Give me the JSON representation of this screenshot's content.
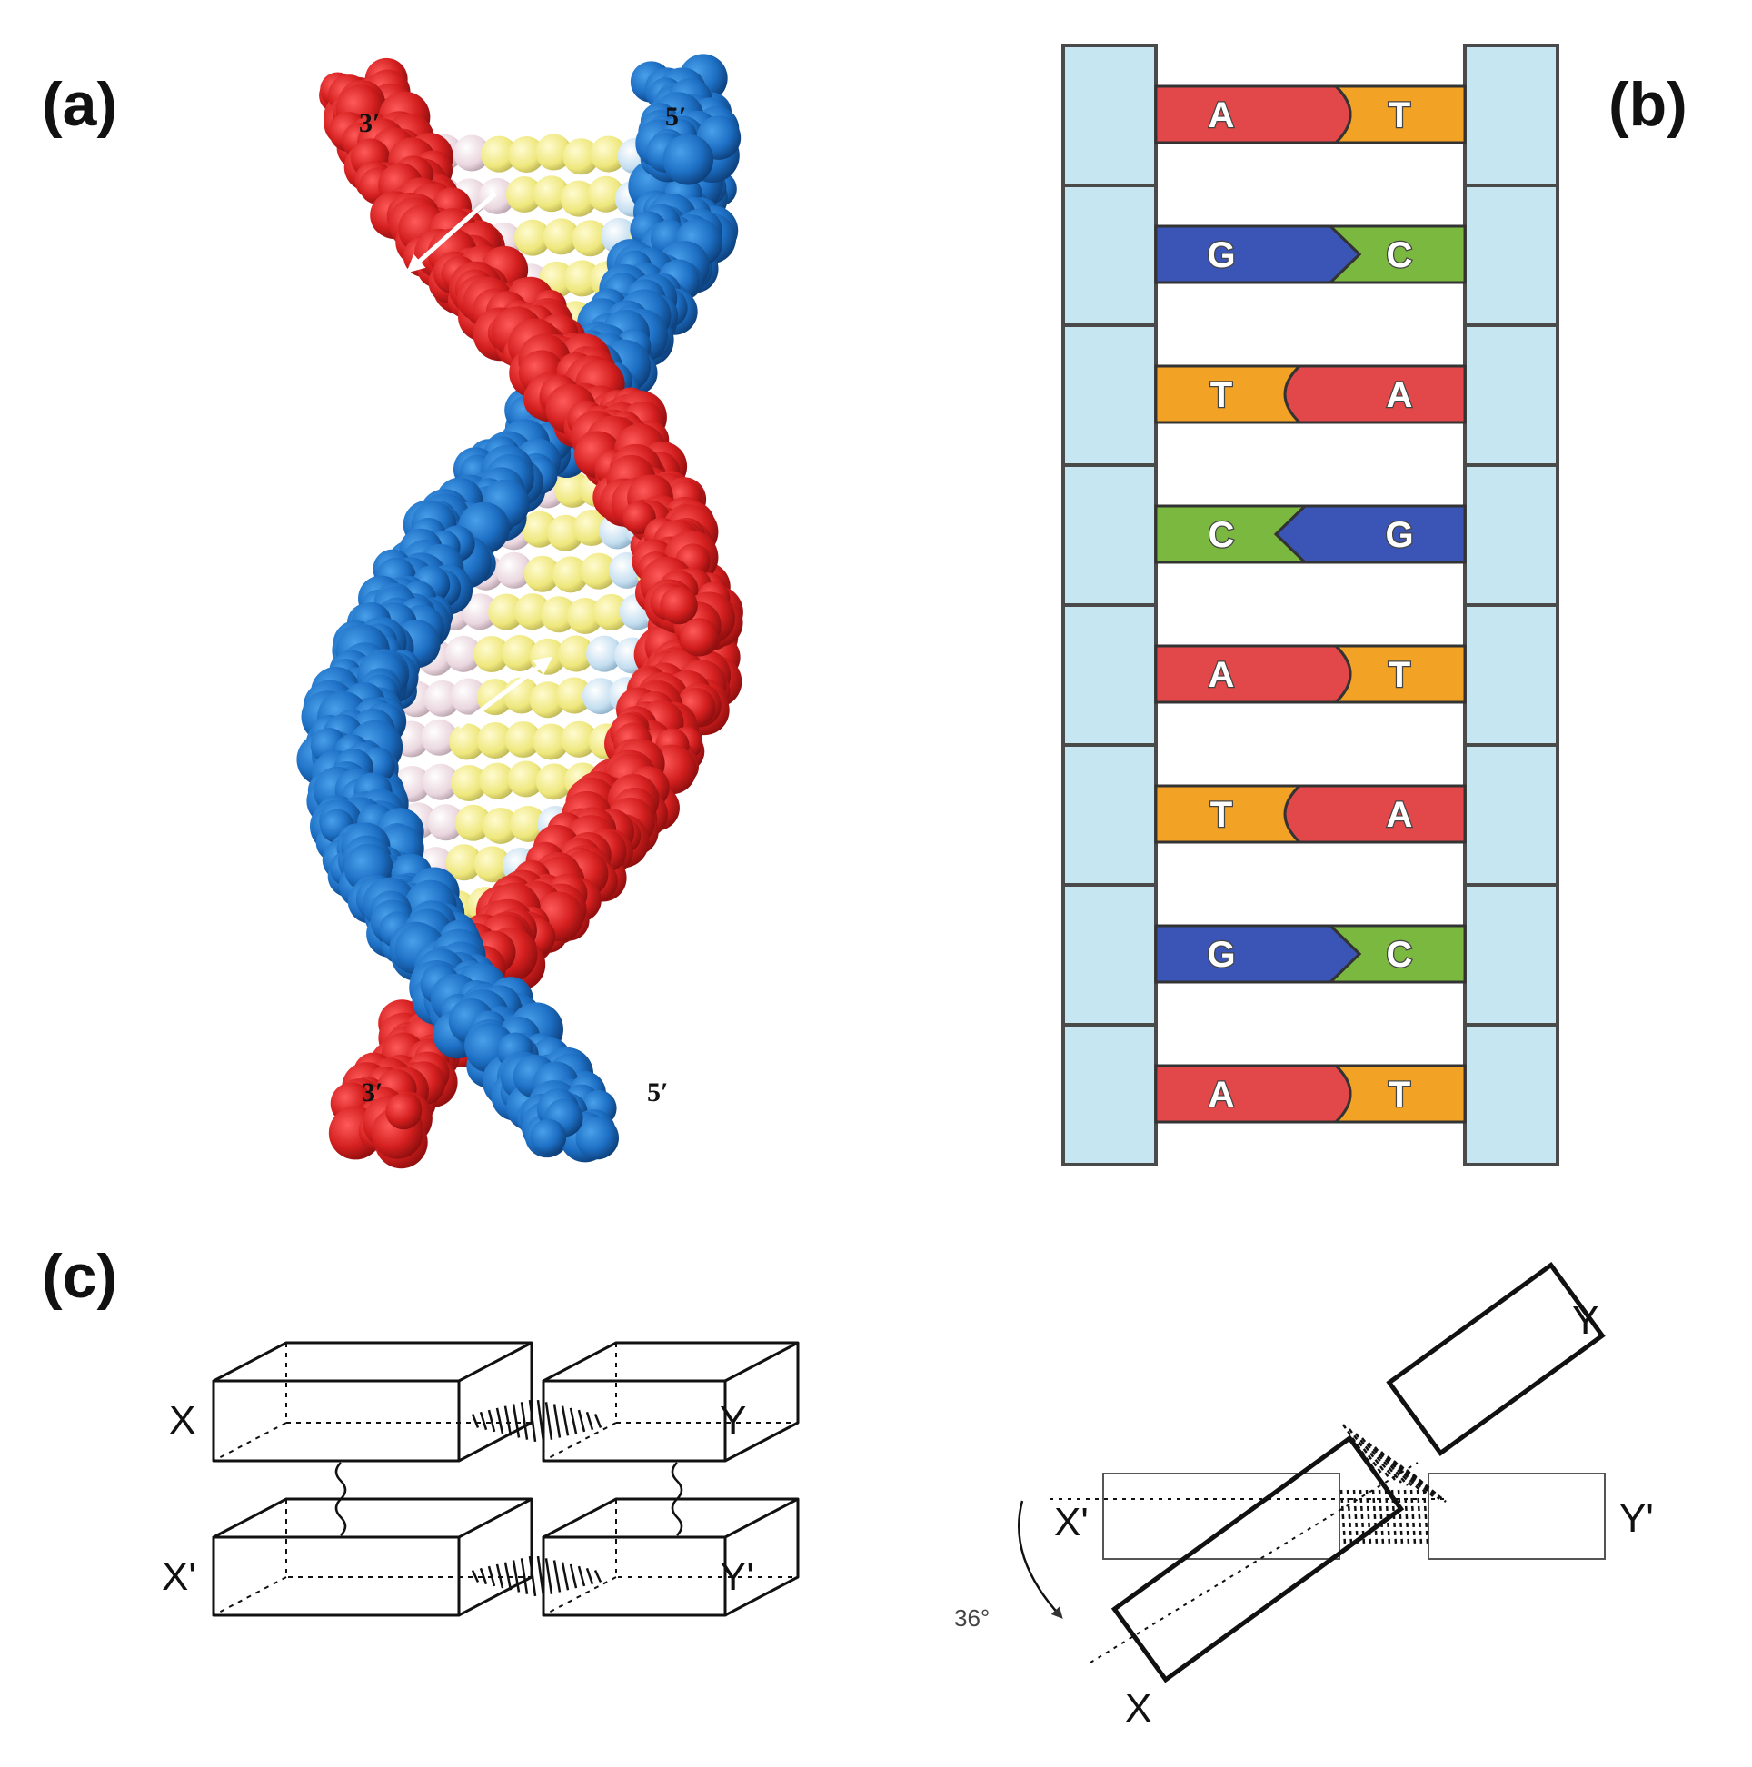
{
  "panels": {
    "a": {
      "label": "(a)",
      "top_left": "3′",
      "top_right": "5′",
      "bottom_left": "3′",
      "bottom_right": "5′"
    },
    "b": {
      "label": "(b)",
      "base_pairs": [
        {
          "left": "A",
          "right": "T"
        },
        {
          "left": "G",
          "right": "C"
        },
        {
          "left": "T",
          "right": "A"
        },
        {
          "left": "C",
          "right": "G"
        },
        {
          "left": "A",
          "right": "T"
        },
        {
          "left": "T",
          "right": "A"
        },
        {
          "left": "G",
          "right": "C"
        },
        {
          "left": "A",
          "right": "T"
        }
      ]
    },
    "c": {
      "label": "(c)",
      "left": {
        "top_left": "X",
        "top_right": "Y",
        "bottom_left": "X'",
        "bottom_right": "Y'"
      },
      "right": {
        "x": "X",
        "y": "Y",
        "x_prime": "X'",
        "y_prime": "Y'",
        "angle": "36°"
      }
    }
  },
  "colors": {
    "strand_red": "#d41f1f",
    "strand_blue": "#1d6fc4",
    "base_yellow": "#f3ee8c",
    "base_pink": "#eedde4",
    "base_lightblue": "#c9e1f1",
    "backbone": "#c6e6f1",
    "A": "#e2474a",
    "T": "#f2a225",
    "G": "#3a55b5",
    "C": "#7ab840"
  }
}
